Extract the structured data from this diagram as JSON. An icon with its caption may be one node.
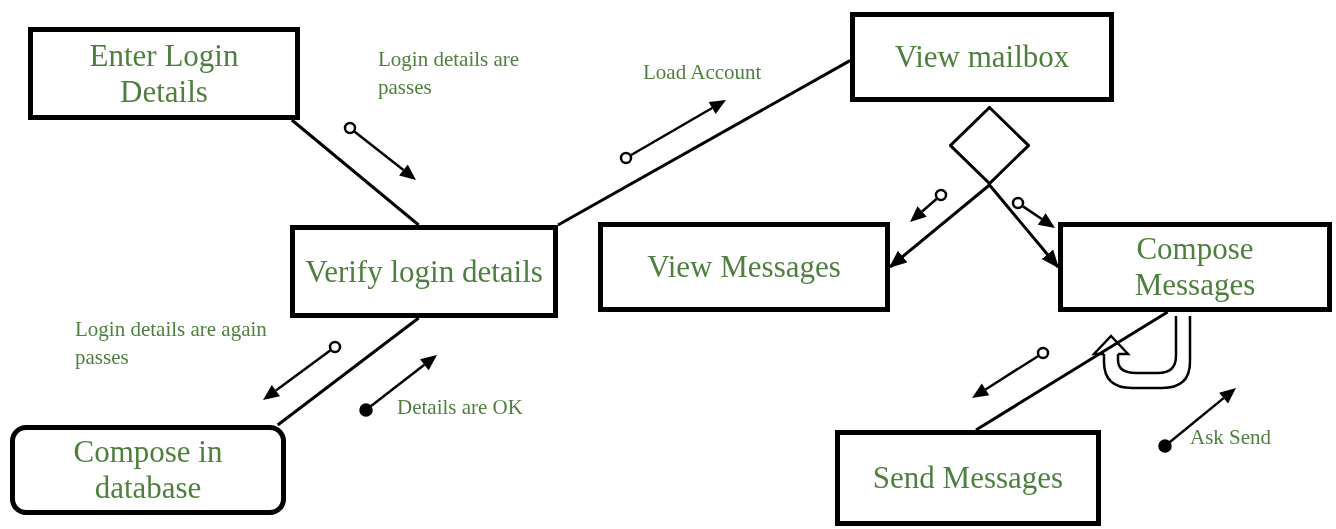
{
  "diagram": {
    "nodes": [
      {
        "text": [
          "Enter Login Details"
        ]
      },
      {
        "text": [
          "View mailbox"
        ]
      },
      {
        "text": [],
        "shape": "diamond"
      },
      {
        "text": [
          "Verify  login details"
        ]
      },
      {
        "text": [
          "View Messages"
        ]
      },
      {
        "text": [
          "Compose Messages"
        ]
      },
      {
        "text": [
          "Compose in database"
        ]
      },
      {
        "text": [
          "Send Messages"
        ]
      }
    ],
    "edges": [
      {
        "from": 0,
        "to": 3,
        "arrow": "none"
      },
      {
        "from": 3,
        "to": 1,
        "arrow": "none"
      },
      {
        "from": 3,
        "to": 6,
        "arrow": "none"
      },
      {
        "from": 2,
        "to": 4,
        "arrow": "to"
      },
      {
        "from": 2,
        "to": 5,
        "arrow": "to"
      },
      {
        "from": 5,
        "to": 7,
        "arrow": "none"
      }
    ],
    "labels": [
      "Login details are passes",
      "Load Account",
      "Login details are again passes",
      "Details are OK",
      "Ask Send"
    ]
  }
}
